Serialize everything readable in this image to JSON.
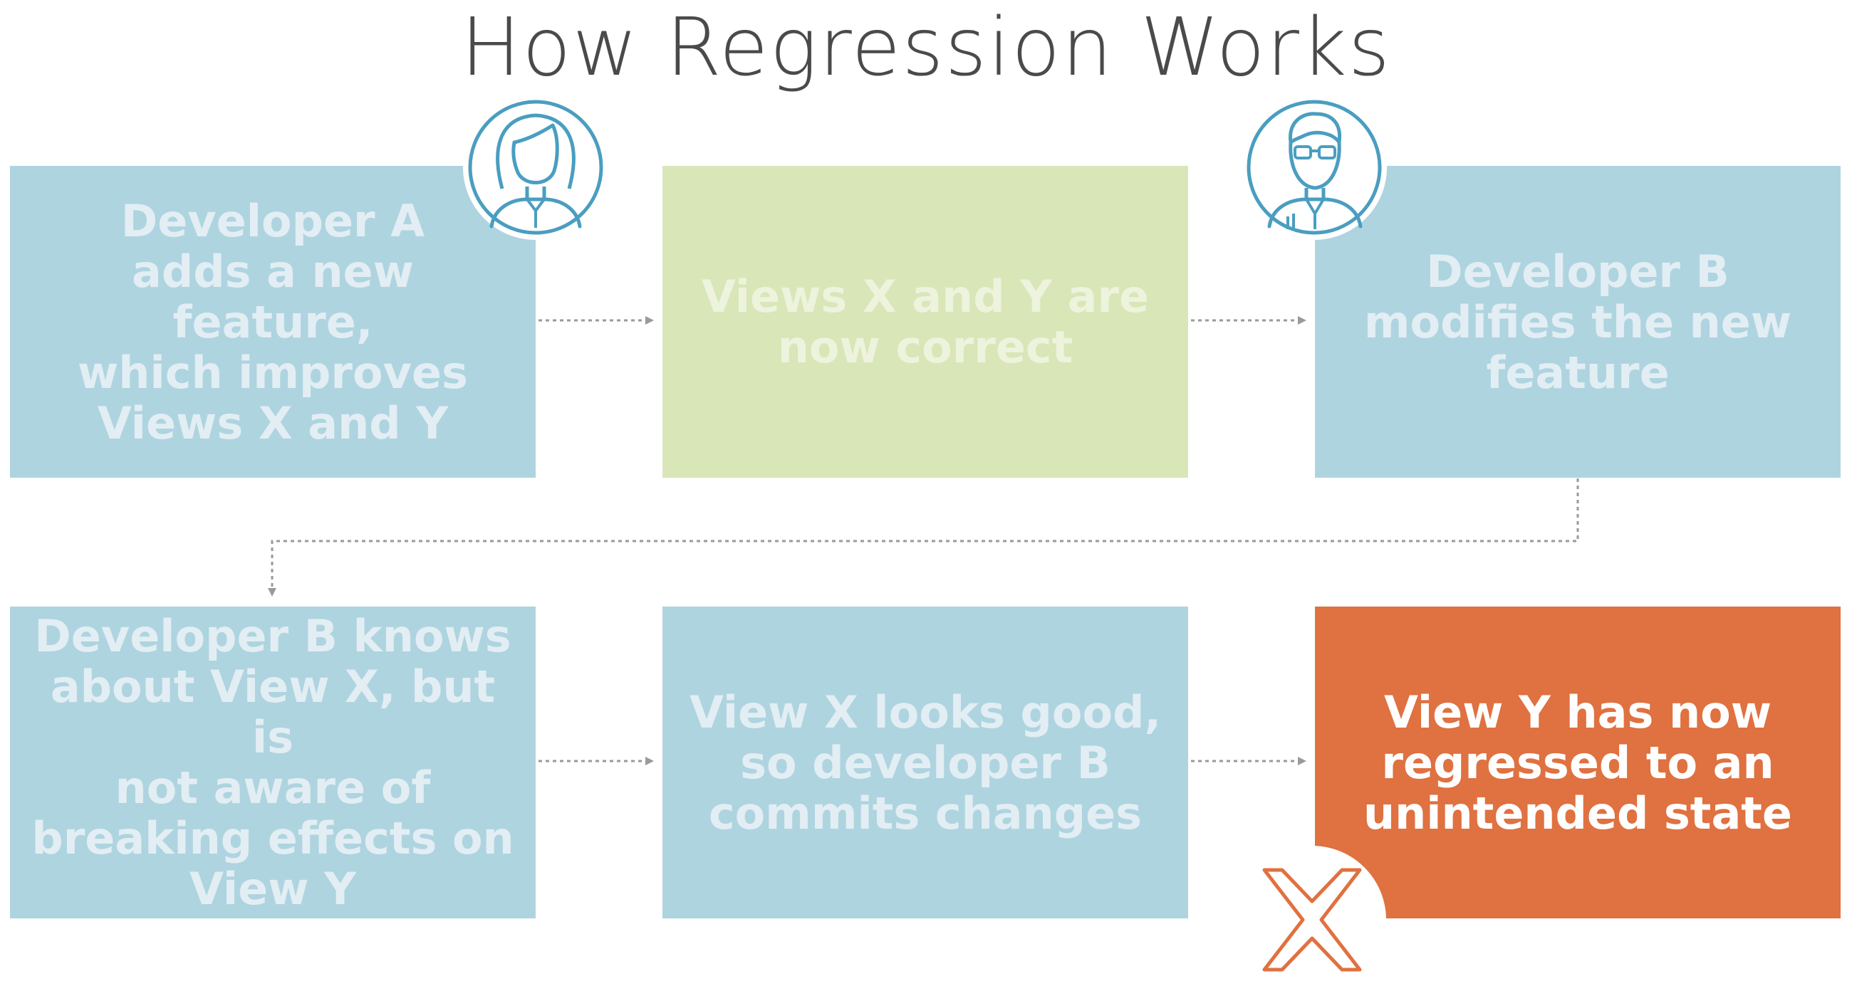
{
  "title": "How Regression Works",
  "steps": [
    {
      "text": "Developer A\nadds a new feature,\nwhich improves\nViews X and Y"
    },
    {
      "text": "Views X and Y are\nnow correct"
    },
    {
      "text": "Developer B\nmodifies the new\nfeature"
    },
    {
      "text": "Developer B knows\nabout View X, but is\nnot aware of\nbreaking effects on\nView Y"
    },
    {
      "text": "View X looks good,\nso developer B\ncommits changes"
    },
    {
      "text": "View Y has now\nregressed to an\nunintended state"
    }
  ],
  "icons": {
    "developer_a": "female-developer-avatar-icon",
    "developer_b": "male-developer-avatar-icon",
    "failure": "x-mark-icon"
  },
  "colors": {
    "blue_box": "#aed4e0",
    "green_box": "#d9e6b8",
    "orange_box": "#e07140",
    "icon_stroke": "#4a9ec0",
    "connector": "#9a9a9a"
  }
}
